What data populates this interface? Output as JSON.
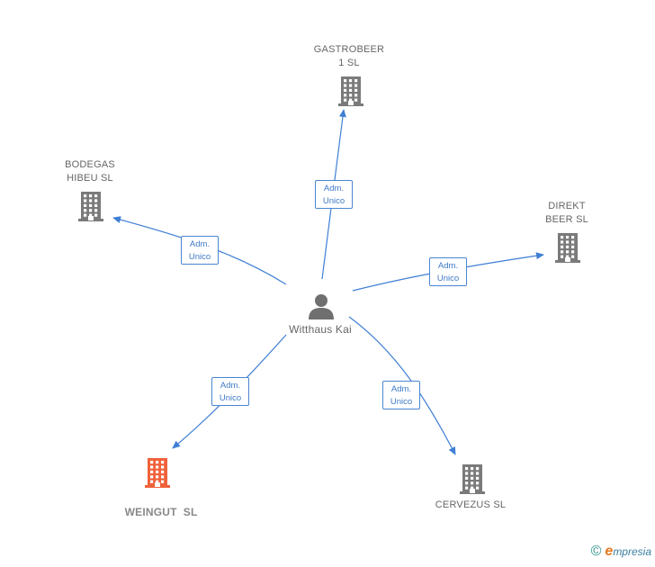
{
  "center": {
    "name": "Witthaus Kai"
  },
  "companies": [
    {
      "id": "gastrobeer",
      "line1": "GASTROBEER",
      "line2": "1 SL"
    },
    {
      "id": "bodegas",
      "line1": "BODEGAS",
      "line2": "HIBEU SL"
    },
    {
      "id": "direkt",
      "line1": "DIREKT",
      "line2": "BEER SL"
    },
    {
      "id": "weingut",
      "line1": "WEINGUT  SL",
      "line2": ""
    },
    {
      "id": "cervezus",
      "line1": "CERVEZUS SL",
      "line2": ""
    }
  ],
  "edges": [
    {
      "to": "gastrobeer",
      "line1": "Adm.",
      "line2": "Unico"
    },
    {
      "to": "bodegas",
      "line1": "Adm.",
      "line2": "Unico"
    },
    {
      "to": "direkt",
      "line1": "Adm.",
      "line2": "Unico"
    },
    {
      "to": "weingut",
      "line1": "Adm.",
      "line2": "Unico"
    },
    {
      "to": "cervezus",
      "line1": "Adm.",
      "line2": "Unico"
    }
  ],
  "colors": {
    "edge": "#3f7fd4",
    "building": "#7a7a7a",
    "highlight": "#f0613a"
  },
  "footer": {
    "copyright_symbol": "©",
    "brand_initial": "e",
    "brand_rest": "mpresia"
  }
}
